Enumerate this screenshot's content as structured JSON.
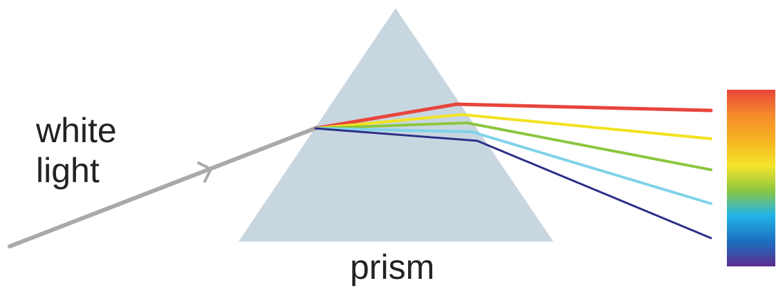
{
  "labels": {
    "white_light_line1": "white",
    "white_light_line2": "light",
    "prism": "prism"
  },
  "colors": {
    "prism_fill": "#c8d6e0",
    "incoming_beam": "#a9a9a9",
    "red": "#e8453c",
    "yellow": "#f2e21f",
    "green": "#8cc63f",
    "cyan": "#7fd3ea",
    "violet": "#2b2f86"
  },
  "spectrum_bar": {
    "colors": [
      "#e8453c",
      "#f58a2a",
      "#f6b722",
      "#f5e42a",
      "#8dc63f",
      "#22b5e8",
      "#1c6fbf",
      "#5b2d8e"
    ]
  }
}
